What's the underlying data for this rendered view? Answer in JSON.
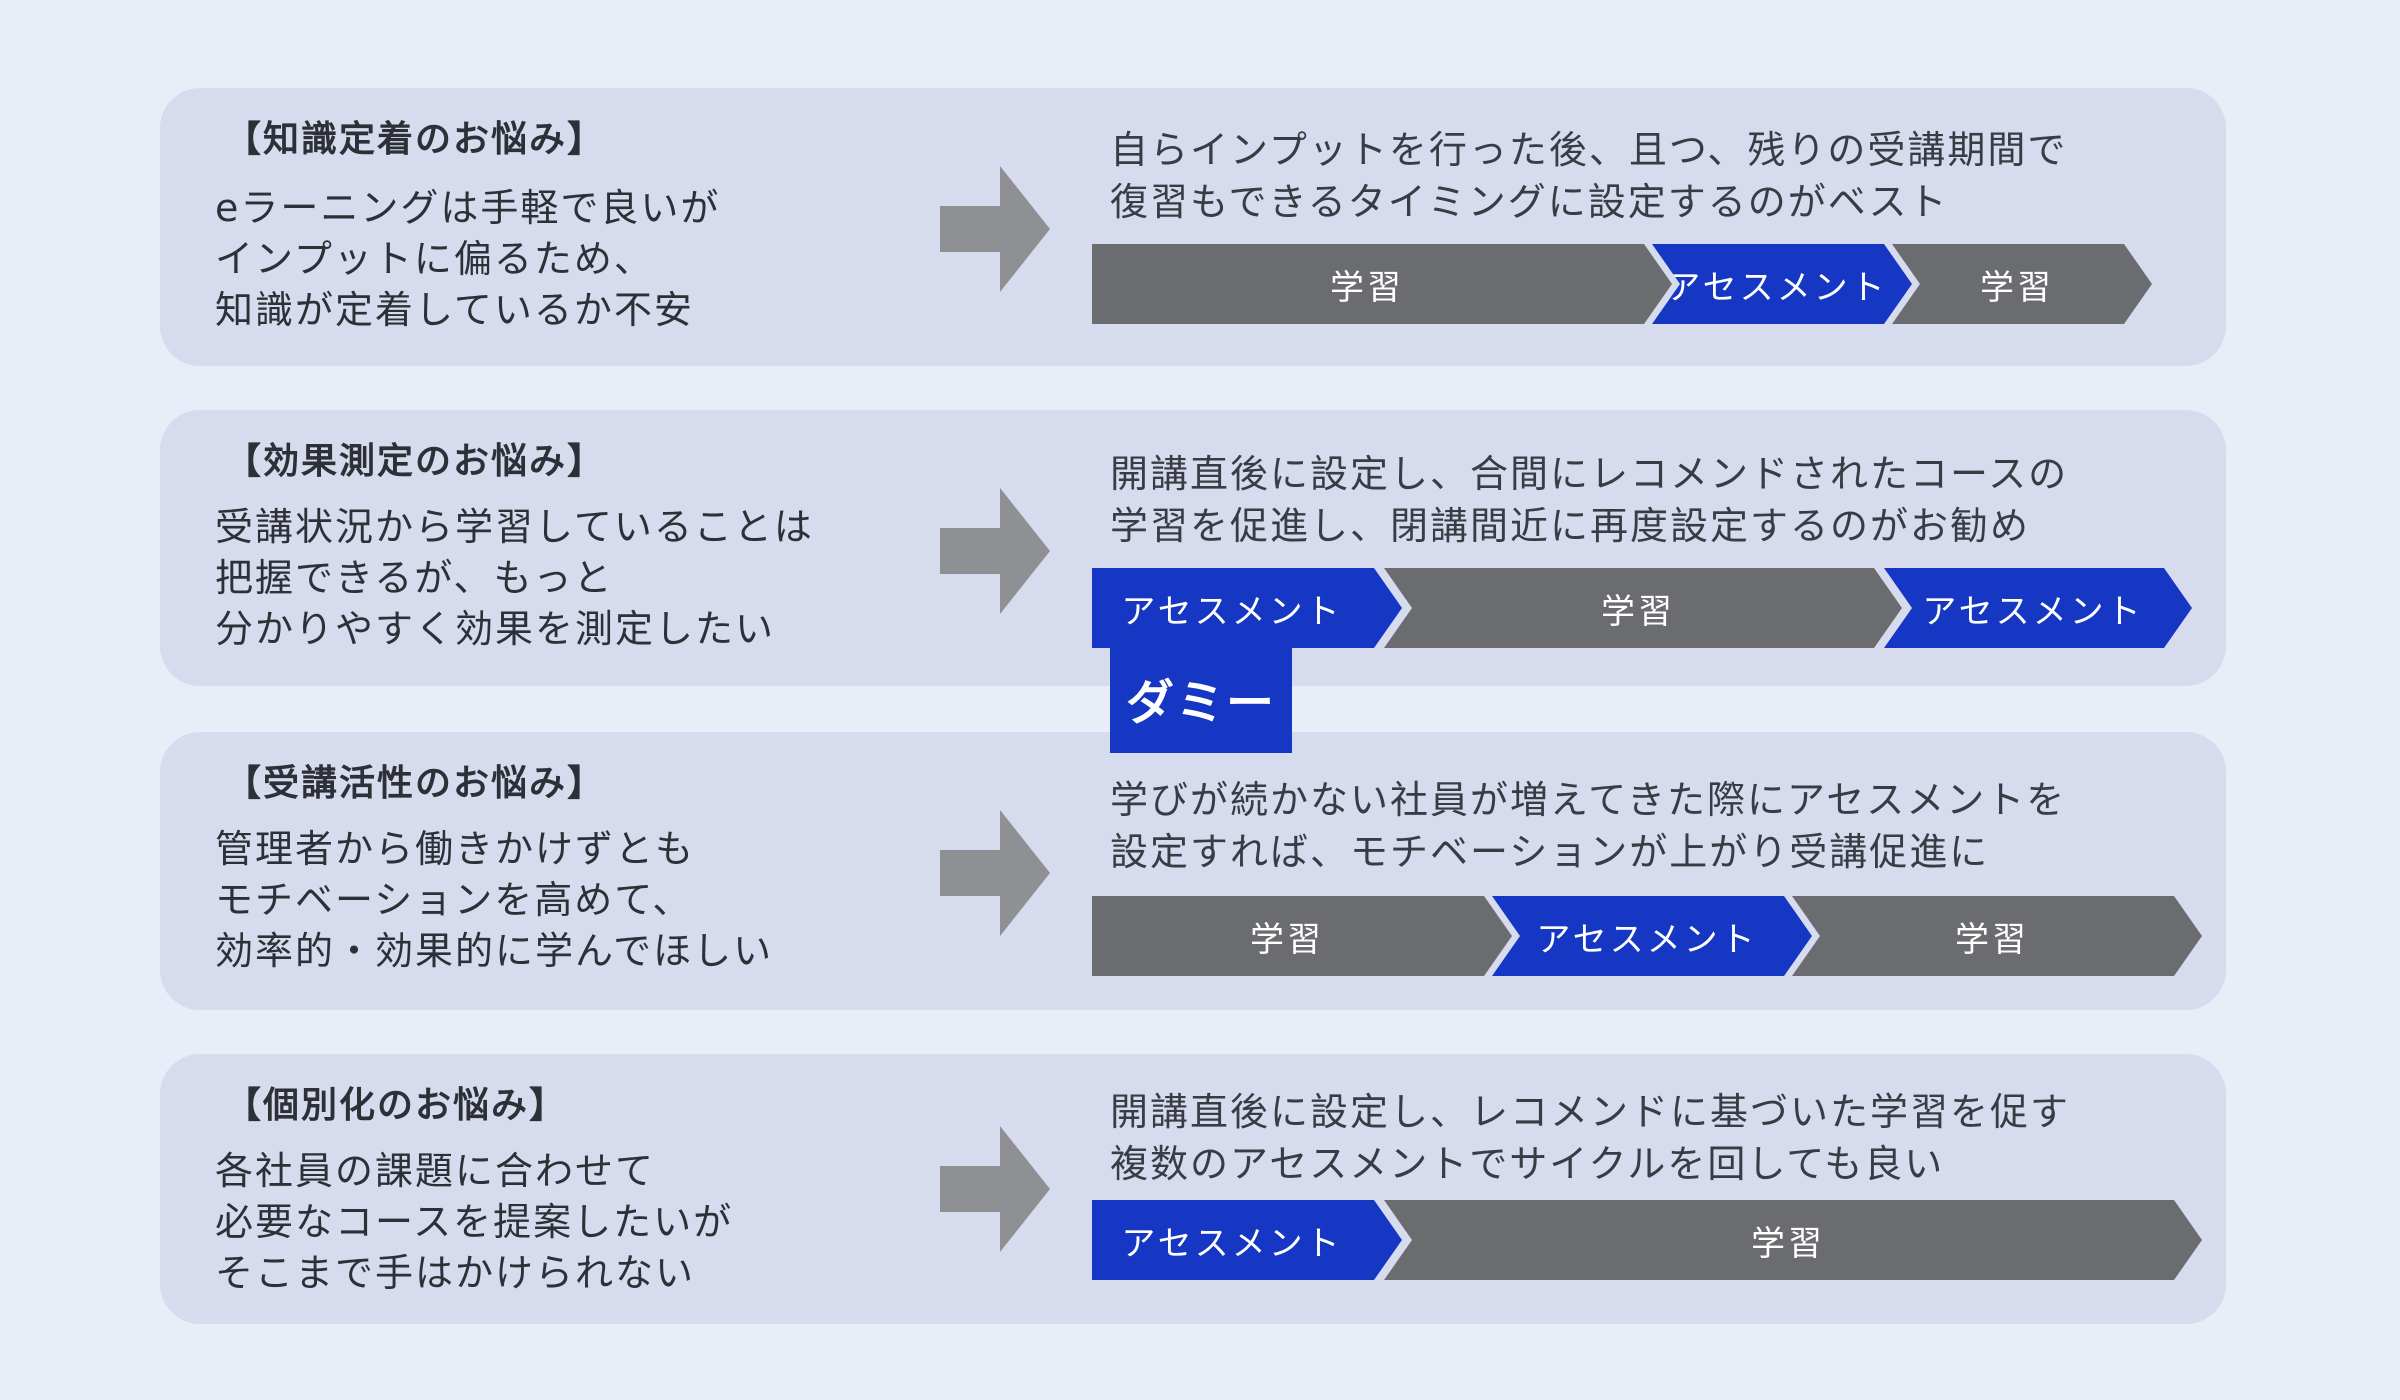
{
  "cards": [
    {
      "title": "【知識定着のお悩み】",
      "body": [
        "eラーニングは手軽で良いが",
        "インプットに偏るため、",
        "知識が定着しているか不安"
      ],
      "desc": [
        "自らインプットを行った後、且つ、残りの受講期間で",
        "復習もできるタイミングに設定するのがベスト"
      ],
      "steps": [
        {
          "label": "学習",
          "type": "gray"
        },
        {
          "label": "アセスメント",
          "type": "blue"
        },
        {
          "label": "学習",
          "type": "gray"
        }
      ]
    },
    {
      "title": "【効果測定のお悩み】",
      "body": [
        "受講状況から学習していることは",
        "把握できるが、もっと",
        "分かりやすく効果を測定したい"
      ],
      "desc": [
        "開講直後に設定し、合間にレコメンドされたコースの",
        "学習を促進し、閉講間近に再度設定するのがお勧め"
      ],
      "steps": [
        {
          "label": "アセスメント",
          "type": "blue"
        },
        {
          "label": "学習",
          "type": "gray"
        },
        {
          "label": "アセスメント",
          "type": "blue"
        }
      ]
    },
    {
      "title": "【受講活性のお悩み】",
      "body": [
        "管理者から働きかけずとも",
        "モチベーションを高めて、",
        "効率的・効果的に学んでほしい"
      ],
      "desc": [
        "学びが続かない社員が増えてきた際にアセスメントを",
        "設定すれば、モチベーションが上がり受講促進に"
      ],
      "steps": [
        {
          "label": "学習",
          "type": "gray"
        },
        {
          "label": "アセスメント",
          "type": "blue"
        },
        {
          "label": "学習",
          "type": "gray"
        }
      ]
    },
    {
      "title": "【個別化のお悩み】",
      "body": [
        "各社員の課題に合わせて",
        "必要なコースを提案したいが",
        "そこまで手はかけられない"
      ],
      "desc": [
        "開講直後に設定し、レコメンドに基づいた学習を促す",
        "複数のアセスメントでサイクルを回しても良い"
      ],
      "steps": [
        {
          "label": "アセスメント",
          "type": "blue"
        },
        {
          "label": "学習",
          "type": "gray"
        }
      ]
    }
  ],
  "badge": "ダミー",
  "colors": {
    "background": "#e9edf7",
    "card": "#d6dced",
    "arrow": "#8f9094",
    "step_gray": "#6b6c6f",
    "step_blue": "#1537c4",
    "text": "#2e3038"
  }
}
